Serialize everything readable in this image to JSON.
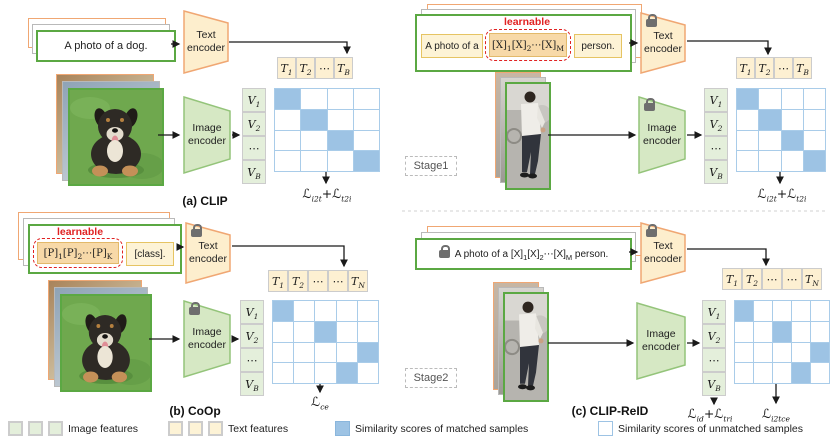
{
  "figure": {
    "captions": {
      "a": "(a) CLIP",
      "b": "(b) CoOp",
      "c": "(c) CLIP-ReID"
    },
    "stage_labels": {
      "stage1": "Stage1",
      "stage2": "Stage2"
    }
  },
  "labels": {
    "text_encoder": "Text encoder",
    "image_encoder": "Image encoder",
    "learnable": "learnable"
  },
  "prompts": {
    "clip": "A photo of a dog.",
    "coop_tokens": [
      {
        "t": "[P]",
        "s": "1"
      },
      {
        "t": "[P]",
        "s": "2"
      },
      {
        "t": "⋯"
      },
      {
        "t": "[P]",
        "s": "K"
      }
    ],
    "coop_class": "[class].",
    "stage1_prefix": "A photo of a",
    "stage1_tokens": [
      {
        "t": "[X]",
        "s": "1"
      },
      {
        "t": "[X]",
        "s": "2"
      },
      {
        "t": "⋯"
      },
      {
        "t": "[X]",
        "s": "M"
      }
    ],
    "stage1_suffix": "person.",
    "stage2": [
      {
        "t": "A photo of a "
      },
      {
        "t": "[X]",
        "s": "1"
      },
      {
        "t": "[X]",
        "s": "2"
      },
      {
        "t": "⋯"
      },
      {
        "t": "[X]",
        "s": "M"
      },
      {
        "t": " person."
      }
    ]
  },
  "features": {
    "t_row_b": [
      [
        {
          "t": "T",
          "s": "1"
        }
      ],
      [
        {
          "t": "T",
          "s": "2"
        }
      ],
      [
        {
          "t": "⋯"
        }
      ],
      [
        {
          "t": "T",
          "s": "B"
        }
      ]
    ],
    "t_row_n": [
      [
        {
          "t": "T",
          "s": "1"
        }
      ],
      [
        {
          "t": "T",
          "s": "2"
        }
      ],
      [
        {
          "t": "⋯"
        }
      ],
      [
        {
          "t": "⋯"
        }
      ],
      [
        {
          "t": "T",
          "s": "N"
        }
      ]
    ],
    "v_col": [
      [
        {
          "t": "V",
          "s": "1"
        }
      ],
      [
        {
          "t": "V",
          "s": "2"
        }
      ],
      [
        {
          "t": "⋯"
        }
      ],
      [
        {
          "t": "V",
          "s": "B"
        }
      ]
    ]
  },
  "matrices": {
    "diag4": {
      "rows": 4,
      "cols": 4,
      "filled": [
        [
          0,
          0
        ],
        [
          1,
          1
        ],
        [
          2,
          2
        ],
        [
          3,
          3
        ]
      ]
    },
    "perm5": {
      "rows": 4,
      "cols": 5,
      "filled": [
        [
          0,
          0
        ],
        [
          1,
          2
        ],
        [
          2,
          4
        ],
        [
          3,
          3
        ]
      ]
    }
  },
  "losses": {
    "contrastive": [
      {
        "t": "ℒ",
        "s": "i2t"
      },
      {
        "t": " + "
      },
      {
        "t": "ℒ",
        "s": "t2i"
      }
    ],
    "ce": [
      {
        "t": "ℒ",
        "s": "ce"
      }
    ],
    "id_tri": [
      {
        "t": "ℒ",
        "s": "id"
      },
      {
        "t": " + "
      },
      {
        "t": "ℒ",
        "s": "tri"
      }
    ],
    "i2tce": [
      {
        "t": "ℒ",
        "s": "i2tce"
      }
    ]
  },
  "legend": {
    "items": [
      {
        "label": "Image features"
      },
      {
        "label": "Text features"
      },
      {
        "label": "Similarity scores of matched samples"
      },
      {
        "label": "Similarity scores of unmatched samples"
      }
    ]
  },
  "palette": {
    "green_border": "#5ba843",
    "orange_border": "#f0a773",
    "gray_border": "#b9b9b9",
    "gold_border": "#e6c463",
    "text_feature_fill": "#fdf0d2",
    "image_feature_fill": "#e4efdb",
    "token_fill": "#f7d9a8",
    "matched_fill": "#9dc3e4",
    "matrix_line": "#a9cce9",
    "learnable_red": "#e02222",
    "text_encoder_fill": "#fdeecd",
    "image_encoder_fill": "#d6e8c4"
  }
}
